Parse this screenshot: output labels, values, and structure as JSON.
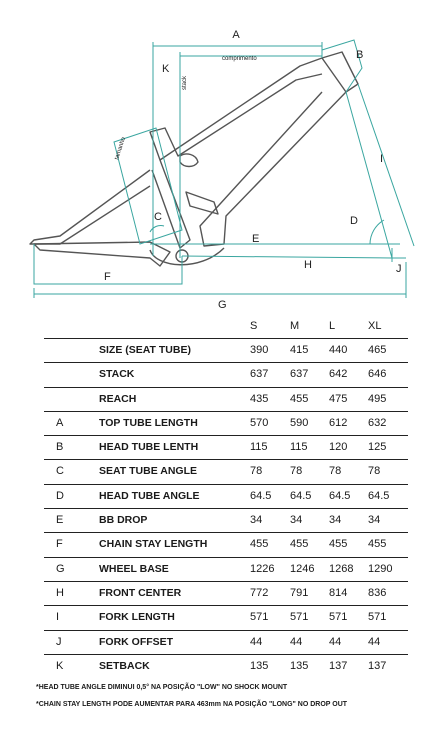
{
  "diagram": {
    "labels": {
      "A": "A",
      "B": "B",
      "C": "C",
      "D": "D",
      "E": "E",
      "F": "F",
      "G": "G",
      "H": "H",
      "I": "I",
      "J": "J",
      "K": "K",
      "comprimento": "comprimento",
      "stack": "stack",
      "tamanho": "tamanho"
    },
    "colors": {
      "frame": "#555555",
      "measure": "#3aa6a0"
    }
  },
  "table": {
    "size_headers": [
      "S",
      "M",
      "L",
      "XL"
    ],
    "rows": [
      {
        "letter": "",
        "name": "SIZE (SEAT TUBE)",
        "values": [
          "390",
          "415",
          "440",
          "465"
        ]
      },
      {
        "letter": "",
        "name": "STACK",
        "values": [
          "637",
          "637",
          "642",
          "646"
        ]
      },
      {
        "letter": "",
        "name": "REACH",
        "values": [
          "435",
          "455",
          "475",
          "495"
        ]
      },
      {
        "letter": "A",
        "name": "TOP TUBE LENGTH",
        "values": [
          "570",
          "590",
          "612",
          "632"
        ]
      },
      {
        "letter": "B",
        "name": "HEAD TUBE LENTH",
        "values": [
          "115",
          "115",
          "120",
          "125"
        ]
      },
      {
        "letter": "C",
        "name": "SEAT TUBE ANGLE",
        "values": [
          "78",
          "78",
          "78",
          "78"
        ]
      },
      {
        "letter": "D",
        "name": "HEAD TUBE ANGLE",
        "values": [
          "64.5",
          "64.5",
          "64.5",
          "64.5"
        ]
      },
      {
        "letter": "E",
        "name": "BB DROP",
        "values": [
          "34",
          "34",
          "34",
          "34"
        ]
      },
      {
        "letter": "F",
        "name": "CHAIN STAY LENGTH",
        "values": [
          "455",
          "455",
          "455",
          "455"
        ]
      },
      {
        "letter": "G",
        "name": "WHEEL BASE",
        "values": [
          "1226",
          "1246",
          "1268",
          "1290"
        ]
      },
      {
        "letter": "H",
        "name": "FRONT CENTER",
        "values": [
          "772",
          "791",
          "814",
          "836"
        ]
      },
      {
        "letter": "I",
        "name": "FORK LENGTH",
        "values": [
          "571",
          "571",
          "571",
          "571"
        ]
      },
      {
        "letter": "J",
        "name": "FORK OFFSET",
        "values": [
          "44",
          "44",
          "44",
          "44"
        ]
      },
      {
        "letter": "K",
        "name": "SETBACK",
        "values": [
          "135",
          "135",
          "137",
          "137"
        ]
      }
    ]
  },
  "notes": [
    "*HEAD TUBE ANGLE DIMINUI 0,5° NA POSIÇÃO \"LOW\" NO SHOCK MOUNT",
    "*CHAIN STAY LENGTH PODE AUMENTAR  PARA 463mm NA POSIÇÃO \"LONG\" NO DROP OUT"
  ]
}
